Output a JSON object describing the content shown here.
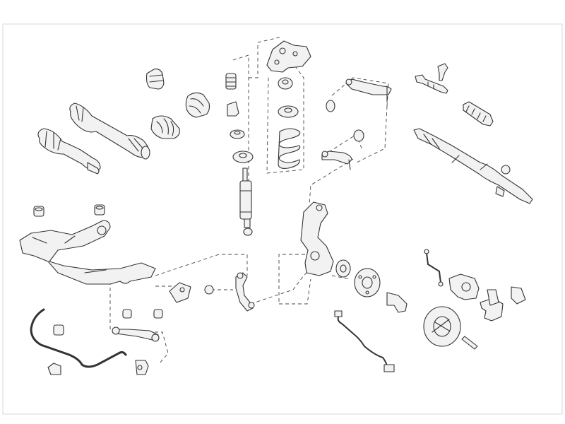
{
  "diagram": {
    "parts": [
      "drive-shaft-upper",
      "drive-shaft-lower",
      "boot-small",
      "boot-large",
      "cv-joint-boot",
      "shock-top-bushing",
      "shock-dust-cap",
      "shock-bearing",
      "shock-spring-seat",
      "shock-absorber",
      "strut-top-mount",
      "top-mount-bushing",
      "spring-seat",
      "coil-spring",
      "upper-control-arm-rear",
      "upper-control-arm-bushing",
      "upper-control-arm-front",
      "arm-bushing",
      "tie-rod-end-inner",
      "tie-rod-end-outer",
      "steering-boot",
      "steering-rack",
      "subframe-bushing-left",
      "subframe-bushing-right",
      "front-subframe",
      "subframe-bracket",
      "lower-arm-bushing-left",
      "lower-arm-bushing-right",
      "lower-control-arm",
      "stabilizer-bar",
      "stabilizer-bushing",
      "stabilizer-clamp",
      "stabilizer-link",
      "small-bushing",
      "track-control-arm",
      "steering-knuckle",
      "wheel-bearing",
      "wheel-hub",
      "dust-shield",
      "brake-disc",
      "wheel-bolt",
      "abs-sensor",
      "brake-hose",
      "brake-caliper",
      "caliper-bracket",
      "brake-pads"
    ]
  }
}
